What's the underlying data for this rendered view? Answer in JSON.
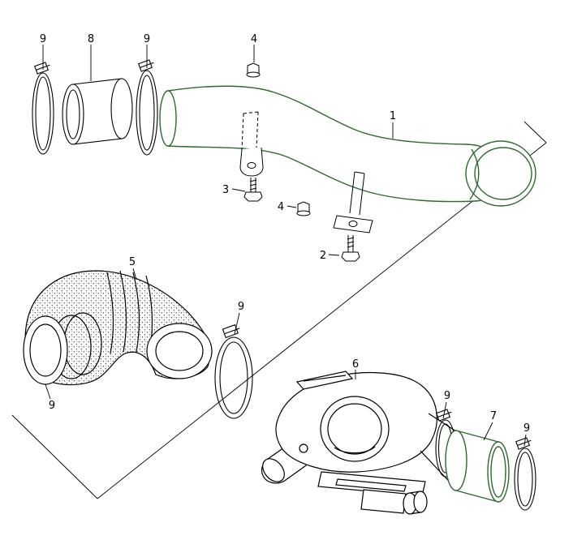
{
  "colors": {
    "line": "#000000",
    "accent": "#2d6a2d",
    "background": "#ffffff"
  },
  "callouts": [
    {
      "id": "clamp-top-left",
      "text": "9"
    },
    {
      "id": "sleeve-hose",
      "text": "8"
    },
    {
      "id": "clamp-top-second",
      "text": "9"
    },
    {
      "id": "nut-upper",
      "text": "4"
    },
    {
      "id": "air-duct",
      "text": "1"
    },
    {
      "id": "screw-front",
      "text": "3"
    },
    {
      "id": "nut-lower",
      "text": "4"
    },
    {
      "id": "screw-rear",
      "text": "2"
    },
    {
      "id": "elbow-hose",
      "text": "5"
    },
    {
      "id": "clamp-middle",
      "text": "9"
    },
    {
      "id": "clamp-elbow-end",
      "text": "9"
    },
    {
      "id": "blower-housing",
      "text": "6"
    },
    {
      "id": "clamp-housing-out",
      "text": "9"
    },
    {
      "id": "connector-hose",
      "text": "7"
    },
    {
      "id": "clamp-hose-end",
      "text": "9"
    }
  ]
}
